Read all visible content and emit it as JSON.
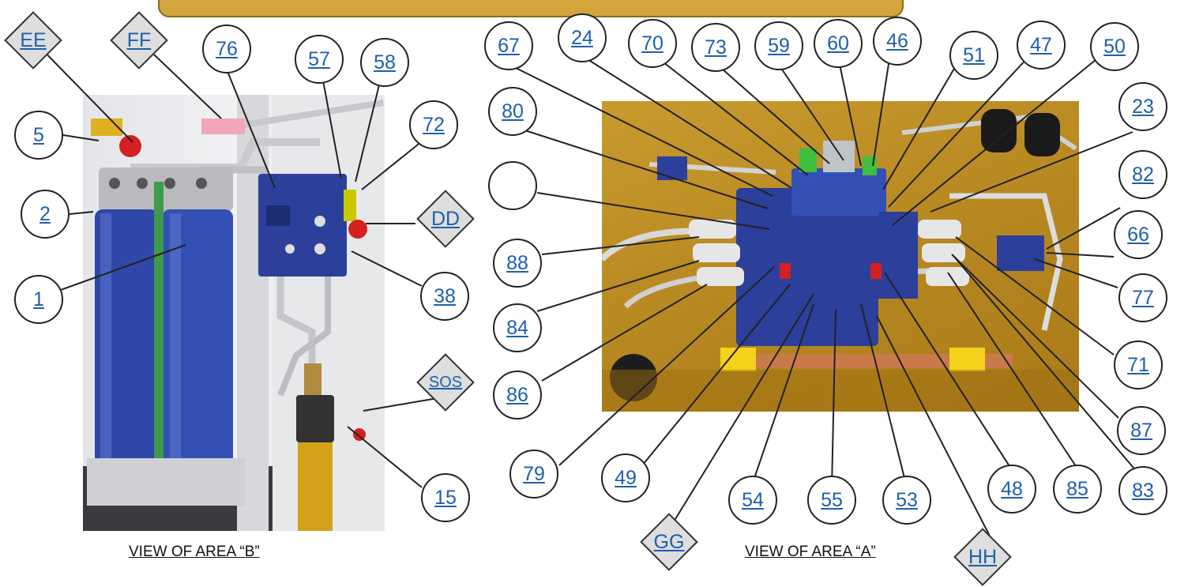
{
  "captions": {
    "view_b": "VIEW OF AREA “B”",
    "view_a": "VIEW OF AREA “A”"
  },
  "diamonds": {
    "EE": "EE",
    "FF": "FF",
    "DD": "DD",
    "SOS": "SOS",
    "GG": "GG",
    "HH": "HH"
  },
  "callouts": {
    "c76": "76",
    "c57": "57",
    "c58": "58",
    "c5": "5",
    "c72": "72",
    "c2": "2",
    "c1": "1",
    "c38": "38",
    "c15": "15",
    "c67": "67",
    "c24": "24",
    "c70": "70",
    "c73": "73",
    "c59": "59",
    "c60": "60",
    "c46": "46",
    "c51": "51",
    "c47": "47",
    "c50": "50",
    "c23": "23",
    "c80": "80",
    "c82": "82",
    "c66": "66",
    "c88": "88",
    "c77": "77",
    "c84": "84",
    "c71": "71",
    "c86": "86",
    "c87": "87",
    "c79": "79",
    "c49": "49",
    "c48": "48",
    "c85": "85",
    "c83": "83",
    "c54": "54",
    "c55": "55",
    "c53": "53",
    "c_blank": ""
  },
  "colors": {
    "link": "#1f5fae",
    "filter_blue": "#2f47a8",
    "panel_yellow": "#c19126",
    "manifold_blue": "#2c3f9a",
    "valve_red": "#d42020"
  }
}
